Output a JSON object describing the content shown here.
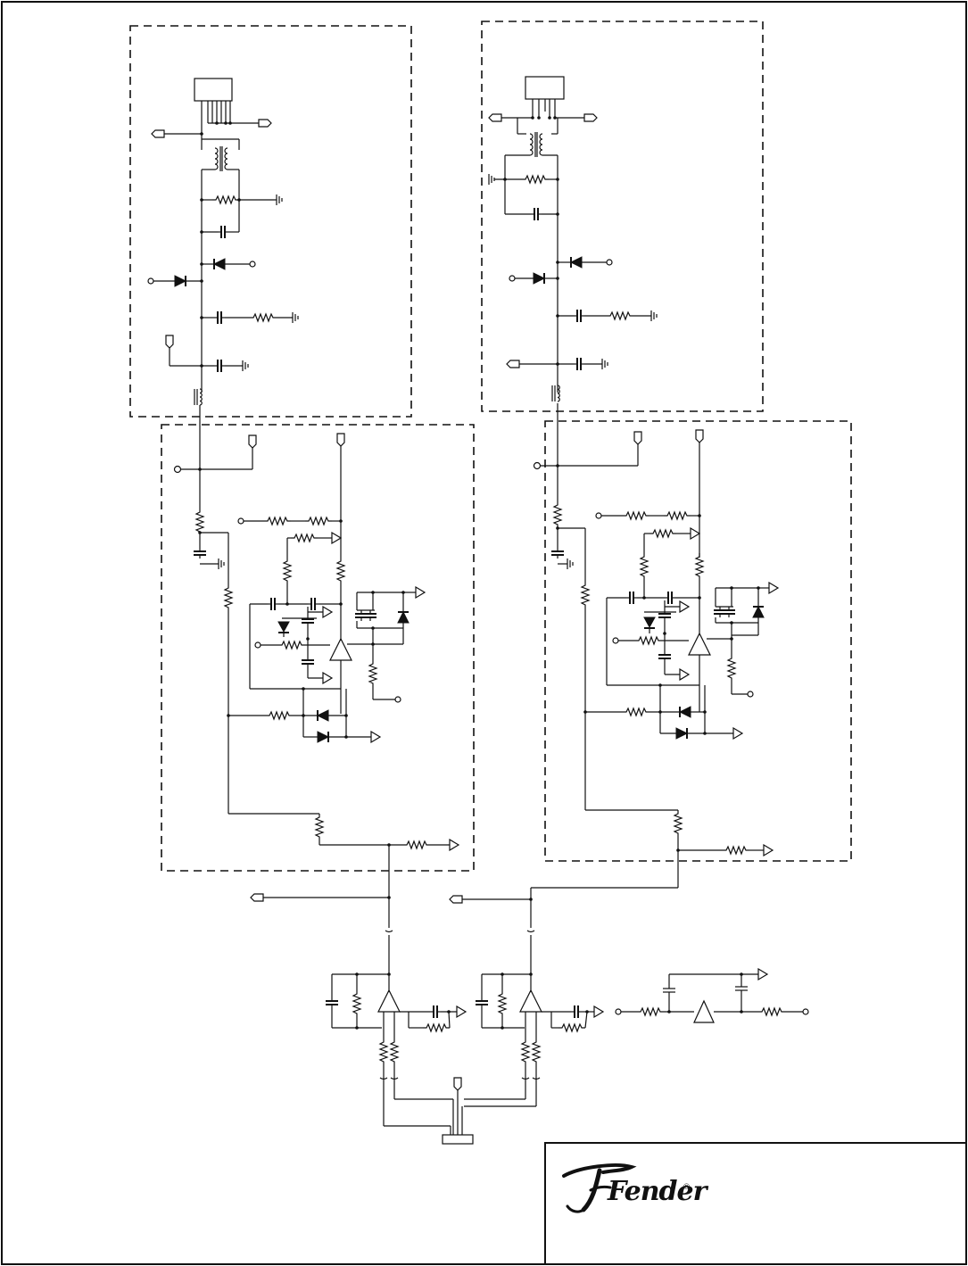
{
  "title_block": {
    "brand_logo": "Fender",
    "brand_text": "Fender",
    "registered_mark": "®"
  },
  "sections": [
    "left-input-stage",
    "right-input-stage",
    "left-amplifier-stage",
    "right-amplifier-stage",
    "output-stage"
  ],
  "colors": {
    "ink": "#111111",
    "paper": "#ffffff"
  }
}
